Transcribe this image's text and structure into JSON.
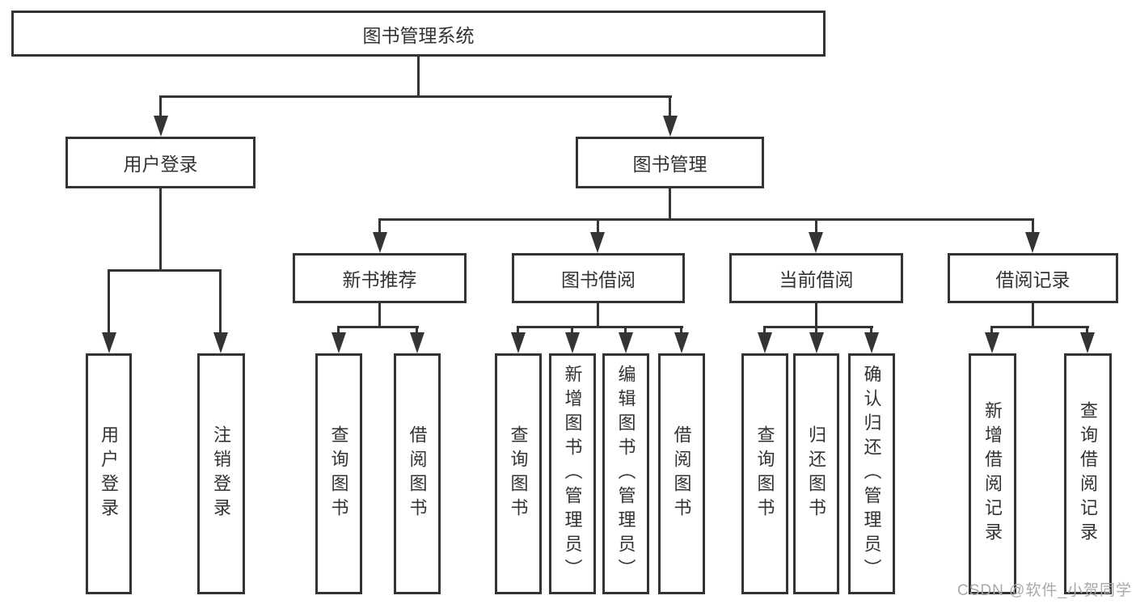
{
  "diagram": {
    "root_label": "图书管理系统",
    "login": {
      "label": "用户登录",
      "children": [
        "用户登录",
        "注销登录"
      ]
    },
    "management": {
      "label": "图书管理",
      "groups": [
        {
          "label": "新书推荐",
          "children": [
            "查询图书",
            "借阅图书"
          ]
        },
        {
          "label": "图书借阅",
          "children": [
            "查询图书",
            "新增图书（管理员）",
            "编辑图书（管理员）",
            "借阅图书"
          ]
        },
        {
          "label": "当前借阅",
          "children": [
            "查询图书",
            "归还图书",
            "确认归还（管理员）"
          ]
        },
        {
          "label": "借阅记录",
          "children": [
            "新增借阅记录",
            "查询借阅记录"
          ]
        }
      ]
    }
  },
  "watermark": "CSDN @软件_小贺同学",
  "colors": {
    "line": "#343434",
    "text": "#333333",
    "watermark": "#a9a9a9",
    "background": "#ffffff"
  }
}
